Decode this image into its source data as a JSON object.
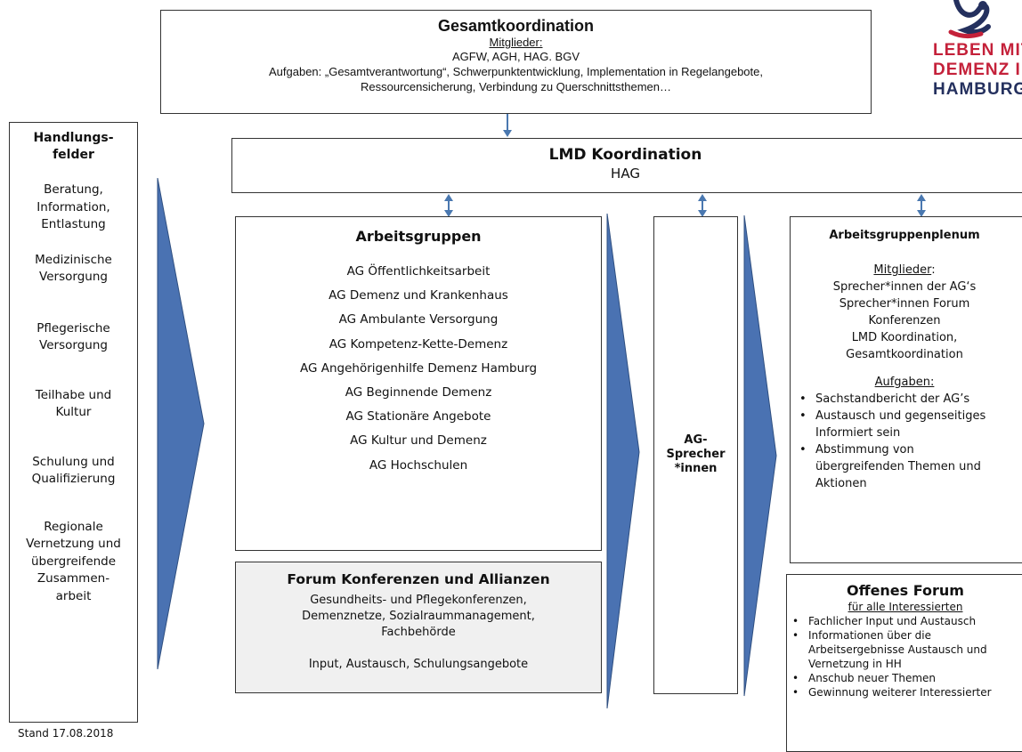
{
  "colors": {
    "arrow_fill": "#4a72b2",
    "arrow_edge": "#2f4f80",
    "connector": "#4a78b0",
    "forum_bg": "#f0f0f0",
    "logo_red": "#c4213a",
    "logo_navy": "#24305e"
  },
  "gesamt": {
    "title": "Gesamtkoordination",
    "members_label": "Mitglieder:",
    "members": "AGFW, AGH, HAG. BGV",
    "tasks_line1": "Aufgaben: „Gesamtverantwortung“, Schwerpunktentwicklung, Implementation in Regelangebote,",
    "tasks_line2": "Ressourcensicherung, Verbindung zu Querschnittsthemen…"
  },
  "logo": {
    "line1": "LEBEN MIT",
    "line2": "DEMENZ IN",
    "line3": "HAMBURG",
    "icon": "person-emblem-icon"
  },
  "handlungsfelder": {
    "title_line1": "Handlungs-",
    "title_line2": "felder",
    "items": [
      [
        "Beratung,",
        "Information,",
        "Entlastung"
      ],
      [
        "Medizinische",
        "Versorgung"
      ],
      [
        "Pflegerische",
        "Versorgung"
      ],
      [
        "Teilhabe und",
        "Kultur"
      ],
      [
        "Schulung und",
        "Qualifizierung"
      ],
      [
        "Regionale",
        "Vernetzung und",
        "übergreifende",
        "Zusammen-",
        "arbeit"
      ]
    ]
  },
  "lmd": {
    "title": "LMD Koordination",
    "subtitle": "HAG"
  },
  "arbeitsgruppen": {
    "title": "Arbeitsgruppen",
    "items": [
      "AG Öffentlichkeitsarbeit",
      "AG Demenz und Krankenhaus",
      "AG Ambulante Versorgung",
      "AG Kompetenz-Kette-Demenz",
      "AG Angehörigenhilfe Demenz Hamburg",
      "AG Beginnende Demenz",
      "AG Stationäre Angebote",
      "AG Kultur und Demenz",
      "AG Hochschulen"
    ]
  },
  "forum": {
    "title": "Forum Konferenzen und Allianzen",
    "line1": "Gesundheits- und Pflegekonferenzen,",
    "line2": "Demenznetze, Sozialraummanagement,",
    "line3": "Fachbehörde",
    "line4": "Input, Austausch, Schulungsangebote"
  },
  "sprecher": {
    "line1": "AG-",
    "line2": "Sprecher",
    "line3": "*innen"
  },
  "plenum": {
    "title": "Arbeitsgruppenplenum",
    "members_label": "Mitglieder",
    "members_colon": ":",
    "members": [
      "Sprecher*innen der AG‘s",
      "Sprecher*innen Forum",
      "Konferenzen",
      "LMD Koordination,",
      "Gesamtkoordination"
    ],
    "tasks_label": "Aufgaben:",
    "tasks": [
      [
        "Sachstandbericht der AG’s"
      ],
      [
        "Austausch und gegenseitiges",
        "Informiert sein"
      ],
      [
        "Abstimmung von",
        "übergreifenden Themen und",
        "Aktionen"
      ]
    ]
  },
  "offenes": {
    "title": "Offenes Forum",
    "subtitle": "für alle Interessierten",
    "items": [
      [
        "Fachlicher Input und Austausch"
      ],
      [
        "Informationen über die",
        "Arbeitsergebnisse Austausch und",
        "Vernetzung in HH"
      ],
      [
        "Anschub neuer Themen"
      ],
      [
        "Gewinnung weiterer Interessierter"
      ]
    ]
  },
  "footer": {
    "stand": "Stand 17.08.2018"
  }
}
